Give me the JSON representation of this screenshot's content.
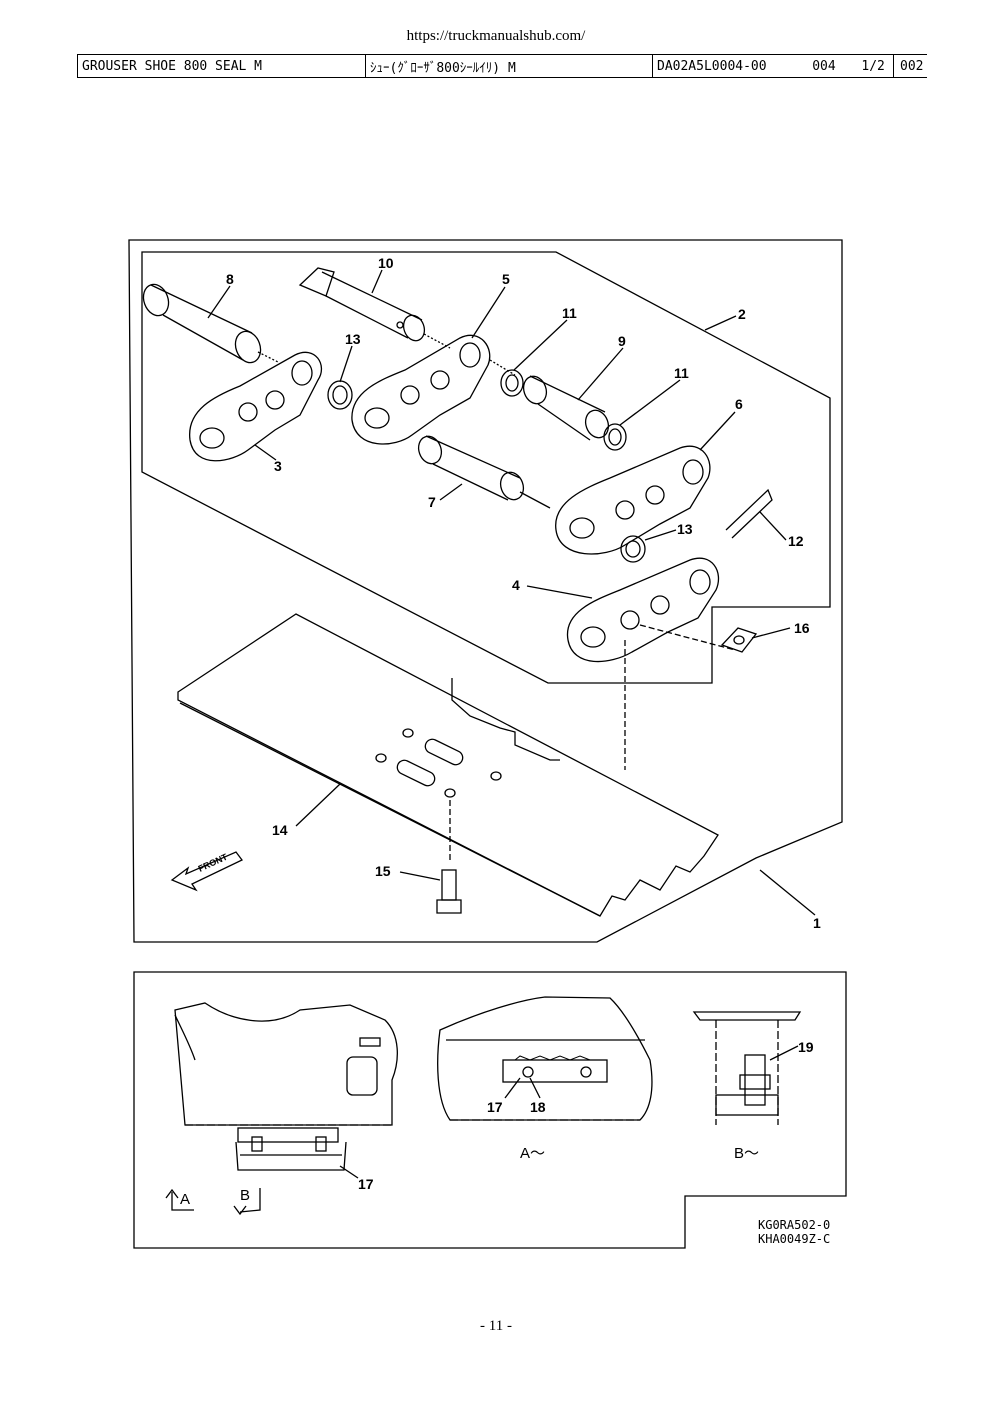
{
  "url": "https://truckmanualshub.com/",
  "header": {
    "part_name": "GROUSER SHOE 800 SEAL M",
    "part_name_jp": "ｼｭｰ(ｸﾞﾛｰｻﾞ800ｼｰﾙｲﾘ)  M",
    "part_code": "DA02A5L0004-00",
    "group": "004",
    "sheet": "1/2",
    "page_ref": "002"
  },
  "diagram": {
    "callouts": [
      "1",
      "2",
      "3",
      "4",
      "5",
      "6",
      "7",
      "8",
      "9",
      "10",
      "11",
      "11",
      "12",
      "13",
      "13",
      "14",
      "15",
      "16",
      "17",
      "17",
      "18",
      "19"
    ],
    "front_label": "FRONT",
    "view_a_label": "A～",
    "view_b_label": "B～",
    "section_a": "A",
    "section_b": "B",
    "code_1": "KG0RA502-0",
    "code_2": "KHA0049Z-C"
  },
  "page_number": "- 11 -"
}
